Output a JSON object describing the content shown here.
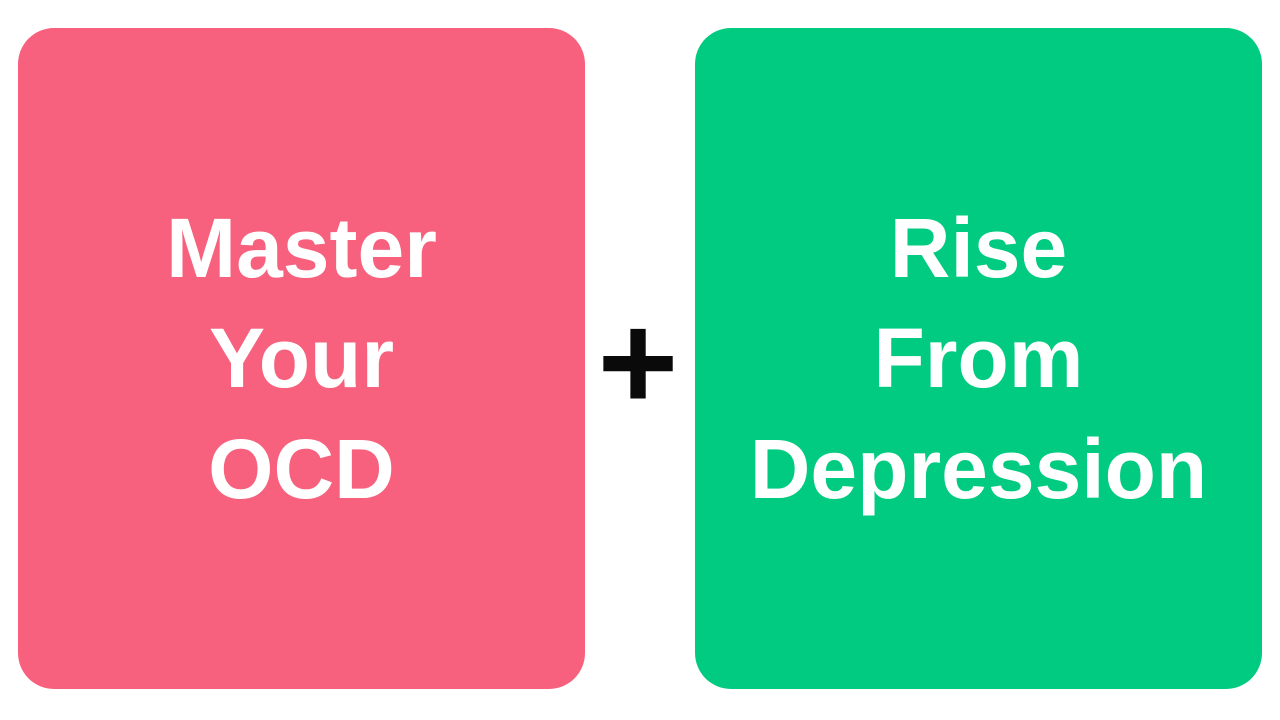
{
  "canvas": {
    "background_color": "#ffffff"
  },
  "cards": [
    {
      "id": "master-your-ocd",
      "title": "Master Your OCD",
      "lines": [
        "Master",
        "Your",
        "OCD"
      ],
      "background_color": "#f7617d",
      "text_color": "#ffffff"
    },
    {
      "id": "rise-from-depression",
      "title": "Rise From Depression",
      "lines": [
        "Rise",
        "From",
        "Depression"
      ],
      "background_color": "#00cb80",
      "text_color": "#ffffff"
    }
  ],
  "connector": {
    "symbol": "+",
    "color": "#0a0a0a"
  }
}
